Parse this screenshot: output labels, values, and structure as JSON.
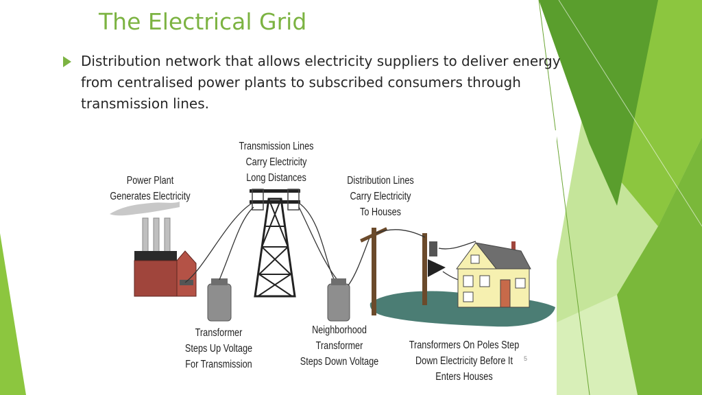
{
  "slide": {
    "title": "The Electrical Grid",
    "bullet": "Distribution network that allows electricity suppliers to deliver energy from centralised power plants to subscribed consumers through transmission lines.",
    "page_number": "5",
    "accent_color": "#7cb342"
  },
  "diagram": {
    "labels": {
      "power_plant": "Power Plant\nGenerates Electricity",
      "transmission": "Transmission Lines\nCarry Electricity\nLong Distances",
      "distribution": "Distribution Lines\nCarry Electricity\nTo Houses",
      "step_up": "Transformer\nSteps Up Voltage\nFor Transmission",
      "neighborhood": "Neighborhood\nTransformer\nSteps Down Voltage",
      "pole_transformers": "Transformers On Poles Step\nDown Electricity Before It\nEnters Houses"
    },
    "colors": {
      "brick": "#a0453c",
      "house_wall": "#f6f0b0",
      "roof": "#6e6e6e",
      "ground": "#4b7d74"
    }
  }
}
